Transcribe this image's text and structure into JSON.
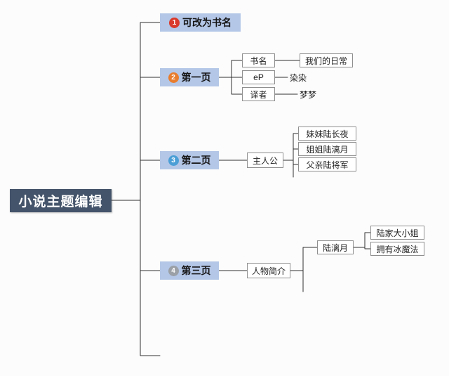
{
  "app": {
    "type": "mindmap-editor"
  },
  "colors": {
    "root_bg": "#44546a",
    "root_text": "#ffffff",
    "branch_bg": "#b4c7e7",
    "line": "#2f2f2f",
    "leaf_border": "#8f8f8f"
  },
  "root": {
    "label": "小说主题编辑"
  },
  "branches": [
    {
      "badge": "1",
      "badge_color": "#d93a2b",
      "label": "可改为书名"
    },
    {
      "badge": "2",
      "badge_color": "#e87d2f",
      "label": "第一页"
    },
    {
      "badge": "3",
      "badge_color": "#4b9fd6",
      "label": "第二页"
    },
    {
      "badge": "4",
      "badge_color": "#9aa0a6",
      "label": "第三页"
    }
  ],
  "page1": {
    "rows": [
      {
        "key": "书名",
        "value": "我们的日常"
      },
      {
        "key": "eP",
        "value": "染染"
      },
      {
        "key": "译者",
        "value": "梦梦"
      }
    ]
  },
  "page2": {
    "topic": "主人公",
    "items": [
      "妹妹陆长夜",
      "姐姐陆漓月",
      "父亲陆将军"
    ]
  },
  "page3": {
    "topic": "人物简介",
    "character": "陆漓月",
    "traits": [
      "陆家大小姐",
      "拥有冰魔法"
    ]
  }
}
